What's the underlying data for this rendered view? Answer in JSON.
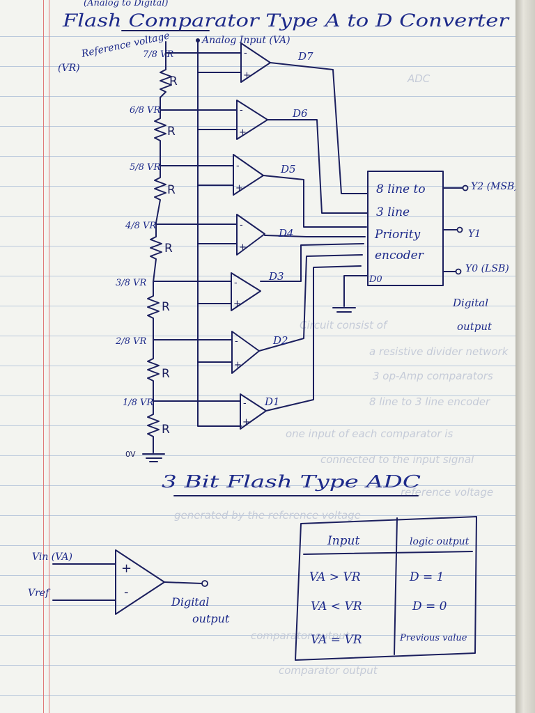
{
  "title": "Flash Comparator Type A to D Converter",
  "top_fragment": "(Analog to Digital)",
  "labels": {
    "reference_voltage": "Reference voltage",
    "vr": "(VR)",
    "analog_input": "Analog Input (VA)",
    "fractions": [
      "7/8 VR",
      "6/8 VR",
      "5/8 VR",
      "4/8 VR",
      "3/8 VR",
      "2/8 VR",
      "1/8 VR"
    ],
    "resistor": "R",
    "zero_volt": "0V",
    "outputs": [
      "D7",
      "D6",
      "D5",
      "D4",
      "D3",
      "D2",
      "D1"
    ],
    "encoder_lines": [
      "8 line to",
      "3 line",
      "Priority",
      "encoder"
    ],
    "d0": "D0",
    "y2": "Y2 (MSB)",
    "y1": "Y1",
    "y0": "Y0 (LSB)",
    "digital_output": [
      "Digital",
      "output"
    ]
  },
  "section_title": "3 Bit Flash Type ADC",
  "comparator": {
    "vin": "Vin (VA)",
    "vref": "Vref",
    "plus": "+",
    "minus": "-",
    "output": [
      "Digital",
      "output"
    ]
  },
  "truth_table": {
    "headers": [
      "Input",
      "logic output"
    ],
    "rows": [
      [
        "VA > VR",
        "D = 1"
      ],
      [
        "VA < VR",
        "D = 0"
      ],
      [
        "VA = VR",
        "Previous value"
      ]
    ]
  },
  "show_through": [
    "ADC",
    "Circuit consist of",
    "a resistive divider network",
    "3 op-Amp comparators",
    "8 line to 3 line encoder",
    "one input of each comparator is",
    "connected to the input signal",
    "reference voltage",
    "generated by the reference voltage",
    "comparator output",
    "comparator output"
  ],
  "colors": {
    "ink": "#1b1f5e",
    "blue_ink": "#1d2a8a",
    "margin": "#e07878",
    "rule": "#b9c8dc",
    "paper": "#f3f4f0"
  }
}
